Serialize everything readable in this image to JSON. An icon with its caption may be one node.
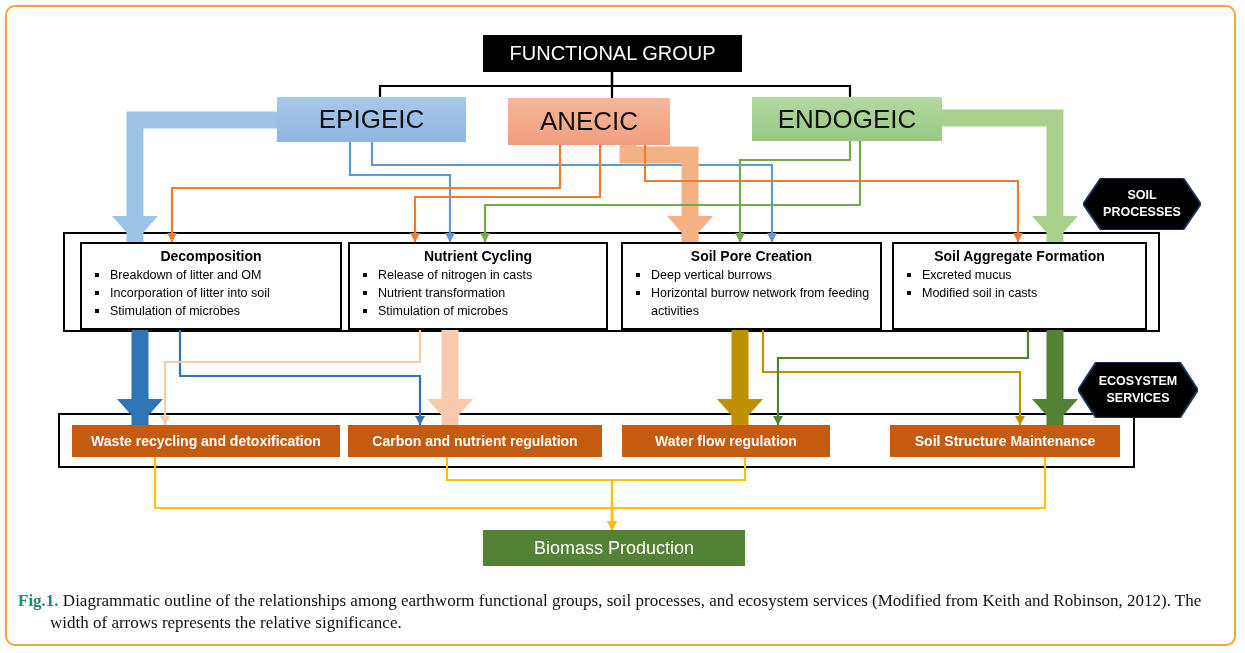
{
  "diagram": {
    "caption": "**Fig.1.** Diagrammatic outline of the relationships among earthworm functional groups, soil processes, and ecosystem services (Modified from Keith and Robinson, 2012). The width of arrows represents the relative significance.",
    "nodes": [
      {
        "text": [
          "FUNCTIONAL GROUP"
        ]
      },
      {
        "text": [
          "EPIGEIC"
        ]
      },
      {
        "text": [
          "ANECIC"
        ]
      },
      {
        "text": [
          "ENDOGEIC"
        ]
      },
      {
        "text": [
          "SOIL PROCESSES"
        ]
      },
      {
        "text": [],
        "shape": "box"
      },
      {
        "text": [
          "Decomposition",
          "Breakdown of litter and OM",
          "Incorporation of litter into soil",
          "Stimulation of microbes"
        ],
        "in": 5
      },
      {
        "text": [
          "Nutrient Cycling",
          "Release of nitrogen in casts",
          "Nutrient transformation",
          "Stimulation of microbes"
        ],
        "in": 5
      },
      {
        "text": [
          "Soil Pore Creation",
          "Deep vertical burrows",
          "Horizontal burrow network from feeding activities"
        ],
        "in": 5
      },
      {
        "text": [
          "Soil Aggregate Formation",
          "Excreted mucus",
          "Modified soil in casts"
        ],
        "in": 5
      },
      {
        "text": [
          "ECOSYSTEM SERVICES"
        ]
      },
      {
        "text": [],
        "shape": "box"
      },
      {
        "text": [
          "Waste recycling and detoxification"
        ],
        "in": 11
      },
      {
        "text": [
          "Carbon and nutrient regulation"
        ],
        "in": 11
      },
      {
        "text": [
          "Water flow regulation"
        ],
        "in": 11
      },
      {
        "text": [
          "Soil Structure Maintenance"
        ],
        "in": 11
      },
      {
        "text": [
          "Biomass Production"
        ]
      }
    ],
    "edges": [
      {
        "from": 0,
        "to": 1,
        "arrow": "none",
        "color": "#000000"
      },
      {
        "from": 0,
        "to": 2,
        "arrow": "none",
        "color": "#000000"
      },
      {
        "from": 0,
        "to": 3,
        "arrow": "none",
        "color": "#000000"
      },
      {
        "from": 1,
        "to": 6,
        "arrow": "to",
        "style": "thick",
        "color": "#9dc3e6"
      },
      {
        "from": 1,
        "to": 7,
        "arrow": "to",
        "color": "#5b9bd5"
      },
      {
        "from": 1,
        "to": 8,
        "arrow": "to",
        "color": "#5b9bd5"
      },
      {
        "from": 2,
        "to": 6,
        "arrow": "to",
        "color": "#ed7d31"
      },
      {
        "from": 2,
        "to": 7,
        "arrow": "to",
        "color": "#ed7d31"
      },
      {
        "from": 2,
        "to": 8,
        "arrow": "to",
        "style": "thick",
        "color": "#f4b183"
      },
      {
        "from": 2,
        "to": 9,
        "arrow": "to",
        "color": "#ed7d31"
      },
      {
        "from": 3,
        "to": 8,
        "arrow": "to",
        "color": "#70ad47"
      },
      {
        "from": 3,
        "to": 7,
        "arrow": "to",
        "color": "#70ad47"
      },
      {
        "from": 3,
        "to": 9,
        "arrow": "to",
        "style": "thick",
        "color": "#a9d18e"
      },
      {
        "from": 6,
        "to": 12,
        "arrow": "to",
        "style": "thick",
        "color": "#2e75b6"
      },
      {
        "from": 6,
        "to": 13,
        "arrow": "to",
        "color": "#2e75b6"
      },
      {
        "from": 7,
        "to": 12,
        "arrow": "to",
        "color": "#f8cbad"
      },
      {
        "from": 7,
        "to": 13,
        "arrow": "to",
        "style": "thick",
        "color": "#f8cbad"
      },
      {
        "from": 8,
        "to": 14,
        "arrow": "to",
        "style": "thick",
        "color": "#bf9000"
      },
      {
        "from": 8,
        "to": 15,
        "arrow": "to",
        "color": "#bf9000"
      },
      {
        "from": 9,
        "to": 14,
        "arrow": "to",
        "color": "#548235"
      },
      {
        "from": 9,
        "to": 15,
        "arrow": "to",
        "style": "thick",
        "color": "#548235"
      },
      {
        "from": 12,
        "to": 16,
        "arrow": "to",
        "color": "#ffc000"
      },
      {
        "from": 13,
        "to": 16,
        "arrow": "to",
        "color": "#ffc000"
      },
      {
        "from": 14,
        "to": 16,
        "arrow": "to",
        "color": "#ffc000"
      },
      {
        "from": 15,
        "to": 16,
        "arrow": "to",
        "color": "#ffc000"
      }
    ]
  }
}
